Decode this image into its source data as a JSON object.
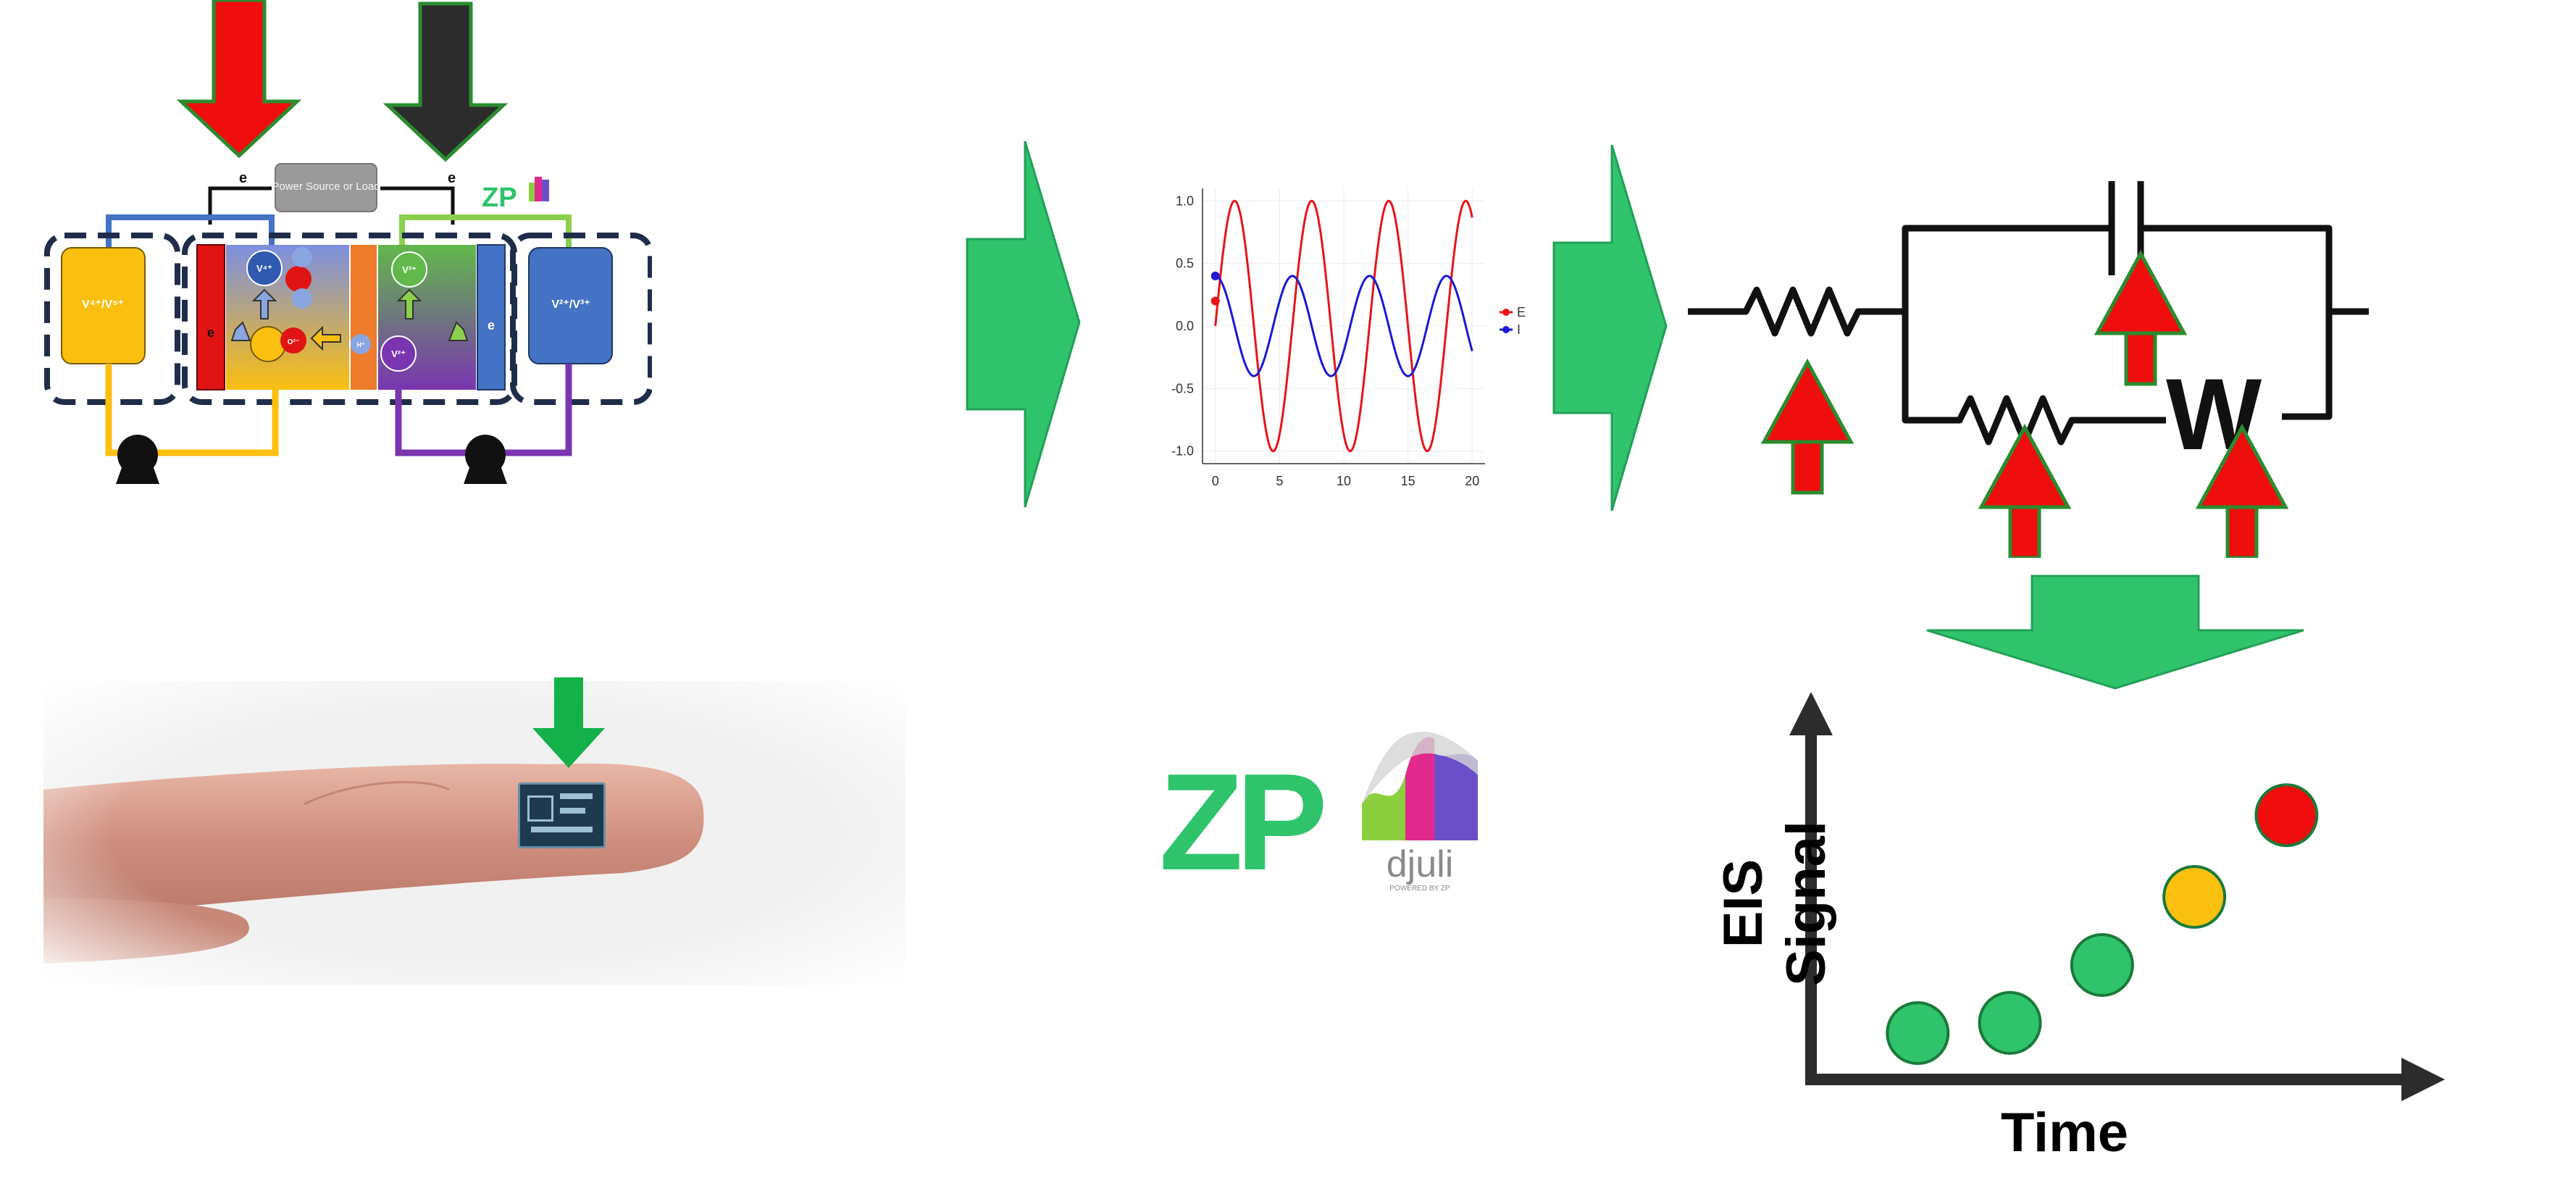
{
  "battery_diagram": {
    "source_label": "Power Source or Load",
    "electron_left": "e",
    "electron_right": "e",
    "left_tank": "V⁴⁺/V⁵⁺",
    "right_tank": "V²⁺/V³⁺",
    "left_electrode": "e",
    "right_electrode": "e",
    "ion_v4": "V⁴⁺",
    "ion_v5": "O²⁻",
    "ion_v3": "V³⁺",
    "ion_v2": "V²⁺",
    "ion_h": "H⁺",
    "mini_logo": "ZP"
  },
  "chart_data": {
    "type": "line",
    "title": "",
    "xlabel": "",
    "ylabel": "",
    "xlim": [
      -1,
      21
    ],
    "ylim": [
      -1.1,
      1.1
    ],
    "x_ticks": [
      "0",
      "5",
      "10",
      "15",
      "20"
    ],
    "y_ticks": [
      "1.0",
      "0.5",
      "0.0",
      "-0.5",
      "-1.0"
    ],
    "series": [
      {
        "name": "E",
        "color": "#e8141a",
        "amplitude": 1.0,
        "period": 6.0,
        "phase": 0.0
      },
      {
        "name": "I",
        "color": "#1a1ad0",
        "amplitude": 0.4,
        "period": 6.0,
        "phase": 1.5708
      }
    ],
    "legend_position": "right",
    "markers": [
      {
        "series": "E",
        "x": 0,
        "y": 0.2
      },
      {
        "series": "I",
        "x": 0,
        "y": 0.4
      }
    ]
  },
  "circuit": {
    "warburg_symbol": "W"
  },
  "logos": {
    "zp": "ZP",
    "djuli_name": "djuli",
    "djuli_tagline": "POWERED BY ZP"
  },
  "eis_plot": {
    "ylabel": "EIS Signal",
    "xlabel": "Time",
    "points": [
      {
        "x": 1,
        "y": 1,
        "color": "#2fc46c"
      },
      {
        "x": 2,
        "y": 1.15,
        "color": "#2fc46c"
      },
      {
        "x": 3,
        "y": 2.0,
        "color": "#2fc46c"
      },
      {
        "x": 4,
        "y": 3.0,
        "color": "#f9c010"
      },
      {
        "x": 5,
        "y": 4.2,
        "color": "#f00d0d"
      }
    ]
  },
  "colors": {
    "green_arrow": "#2fc46c",
    "red_arrow": "#f00d0d",
    "dark_arrow": "#2c2c2c"
  }
}
